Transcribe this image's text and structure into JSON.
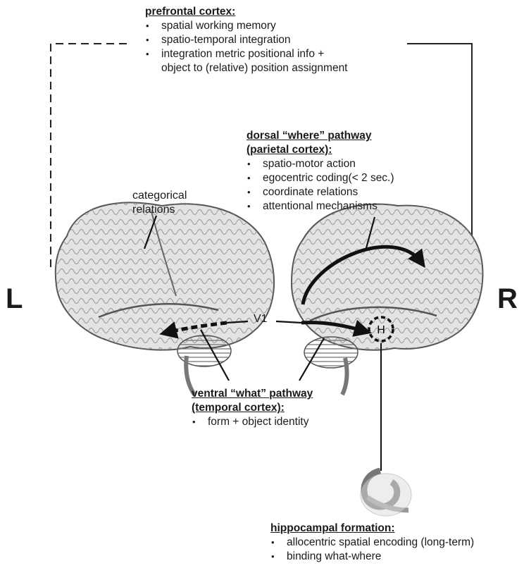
{
  "prefrontal": {
    "title": "prefrontal cortex:",
    "items": [
      "spatial working memory",
      "spatio-temporal integration",
      "integration metric positional info +",
      "object to (relative) position assignment"
    ]
  },
  "dorsal": {
    "title_line1": "dorsal “where” pathway",
    "title_line2": "(parietal cortex):",
    "items": [
      "spatio-motor action",
      "egocentric coding(< 2 sec.)",
      "coordinate relations",
      "attentional mechanisms"
    ]
  },
  "categorical": {
    "line1": "categorical",
    "line2": "relations"
  },
  "v1_label": "V1",
  "hippocampus_marker": "H",
  "left_label": "L",
  "right_label": "R",
  "ventral": {
    "title_line1": "ventral “what” pathway",
    "title_line2": "(temporal cortex):",
    "items": [
      "form + object identity"
    ]
  },
  "hippocampal": {
    "title": "hippocampal formation:",
    "items": [
      "allocentric spatial encoding (long-term)",
      "binding what-where"
    ]
  }
}
